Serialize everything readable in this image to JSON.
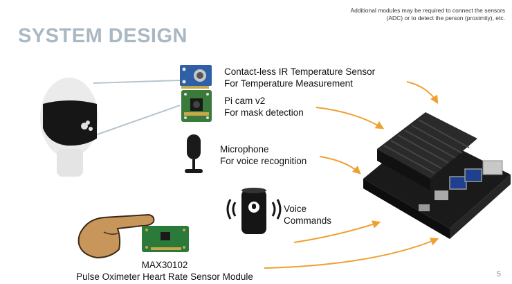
{
  "slide": {
    "note_line1": "Additional modules may be required to connect the sensors",
    "note_line2": "(ADC) or to detect the person (proximity), etc.",
    "title": "SYSTEM DESIGN",
    "page_number": "5"
  },
  "components": {
    "ir_sensor": {
      "line1": "Contact-less IR Temperature Sensor",
      "line2": "For Temperature Measurement"
    },
    "pi_cam": {
      "line1": "Pi cam v2",
      "line2": "For mask detection"
    },
    "microphone": {
      "line1": "Microphone",
      "line2": "For voice recognition"
    },
    "voice": {
      "line1": "Voice",
      "line2": "Commands"
    },
    "max": {
      "line1": "MAX30102",
      "line2": "Pulse Oximeter Heart Rate Sensor Module"
    }
  },
  "colors": {
    "title": "#a9b8c3",
    "arrow": "#f0a030",
    "board_green": "#3a7a3a",
    "board_blue": "#1f3f8f"
  }
}
